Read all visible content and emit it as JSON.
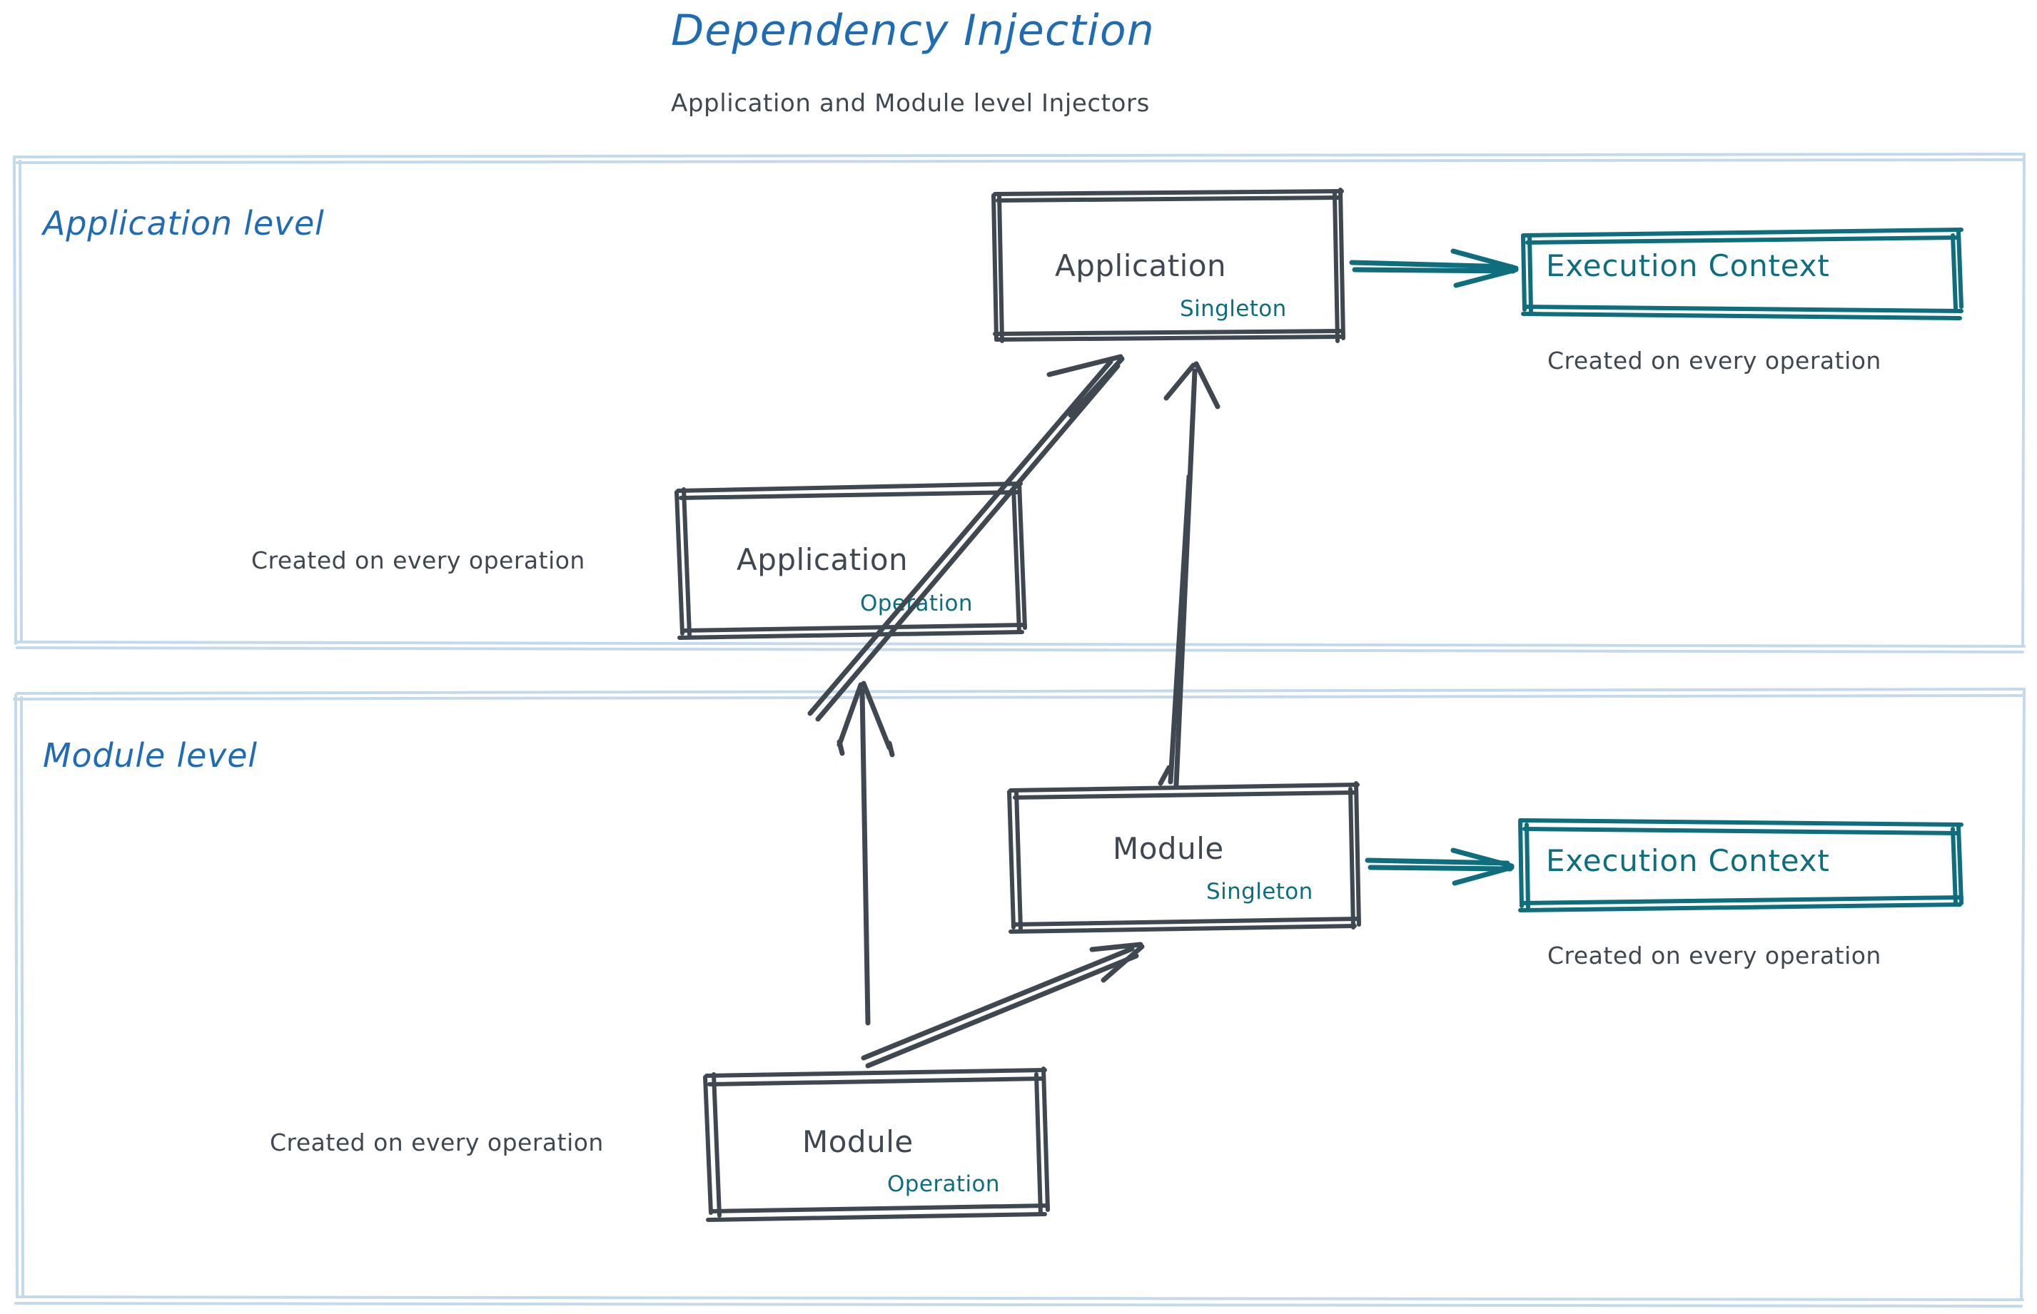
{
  "header": {
    "title": "Dependency Injection",
    "subtitle": "Application and Module level Injectors"
  },
  "colors": {
    "title_blue": "#1f6cb4",
    "section_blue": "#1f6cb4",
    "container_border": "#c5d9ec",
    "node_stroke": "#3f4850",
    "node_text": "#3f4850",
    "scope_teal": "#0e6e7d",
    "context_teal": "#0e6e7d",
    "arrow_dark": "#3f4850",
    "arrow_teal": "#0e6e7d",
    "background": "#ffffff"
  },
  "sections": [
    {
      "id": "application-level",
      "label": "Application level",
      "nodes": [
        {
          "id": "application-singleton",
          "title": "Application",
          "scope": "Singleton",
          "style": "dark"
        },
        {
          "id": "application-execution-context",
          "title": "Execution Context",
          "style": "teal",
          "note": "Created on every operation"
        },
        {
          "id": "application-operation",
          "title": "Application",
          "scope": "Operation",
          "style": "dark",
          "note": "Created on every operation"
        }
      ]
    },
    {
      "id": "module-level",
      "label": "Module level",
      "nodes": [
        {
          "id": "module-singleton",
          "title": "Module",
          "scope": "Singleton",
          "style": "dark"
        },
        {
          "id": "module-execution-context",
          "title": "Execution Context",
          "style": "teal",
          "note": "Created on every operation"
        },
        {
          "id": "module-operation",
          "title": "Module",
          "scope": "Operation",
          "style": "dark",
          "note": "Created on every operation"
        }
      ]
    }
  ],
  "labels": {
    "application_level": "Application level",
    "module_level": "Module level",
    "application": "Application",
    "module": "Module",
    "singleton": "Singleton",
    "operation": "Operation",
    "execution_context": "Execution Context",
    "created_on_every_operation": "Created on every operation"
  },
  "arrows": [
    {
      "id": "app-singleton-to-app-context",
      "from": "application-singleton",
      "to": "application-execution-context",
      "color": "teal",
      "direction": "right"
    },
    {
      "id": "app-operation-to-app-singleton",
      "from": "application-operation",
      "to": "application-singleton",
      "color": "dark",
      "direction": "up-right"
    },
    {
      "id": "module-singleton-to-app-singleton",
      "from": "module-singleton",
      "to": "application-singleton",
      "color": "dark",
      "direction": "up"
    },
    {
      "id": "module-operation-to-app-operation",
      "from": "module-operation",
      "to": "application-operation",
      "color": "dark",
      "direction": "up"
    },
    {
      "id": "module-singleton-to-module-context",
      "from": "module-singleton",
      "to": "module-execution-context",
      "color": "teal",
      "direction": "right"
    },
    {
      "id": "module-operation-to-module-singleton",
      "from": "module-operation",
      "to": "module-singleton",
      "color": "dark",
      "direction": "up-right"
    }
  ]
}
